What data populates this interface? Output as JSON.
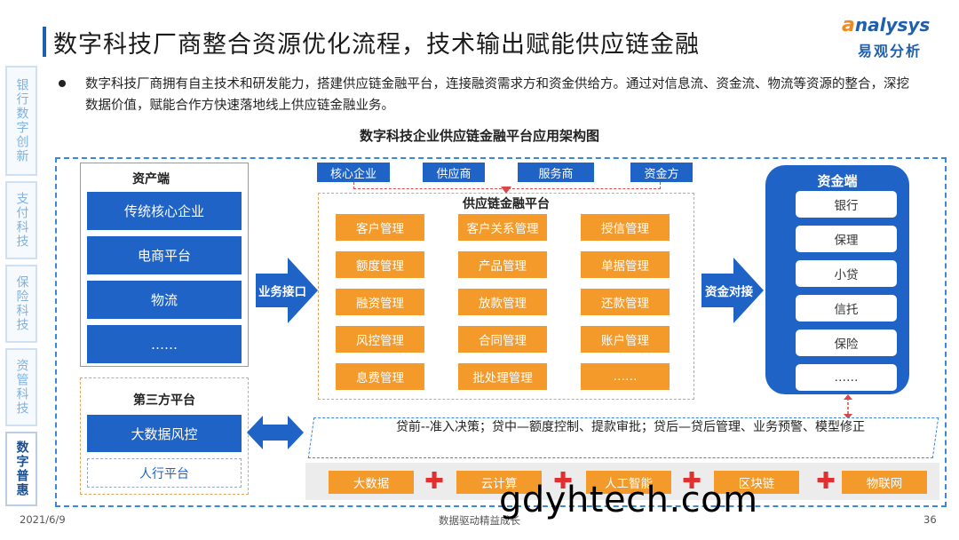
{
  "header": {
    "title": "数字科技厂商整合资源优化流程，技术输出赋能供应链金融",
    "logo_text_a": "a",
    "logo_text_rest": "nalysys",
    "logo_cn": "易观分析"
  },
  "nav": {
    "items": [
      {
        "label": "银行数字创新",
        "active": false
      },
      {
        "label": "支付科技",
        "active": false
      },
      {
        "label": "保险科技",
        "active": false
      },
      {
        "label": "资管科技",
        "active": false
      },
      {
        "label": "数字普惠",
        "active": true
      }
    ]
  },
  "intro": {
    "text": "数字科技厂商拥有自主技术和研发能力，搭建供应链金融平台，连接融资需求方和资金供给方。通过对信息流、资金流、物流等资源的整合，深挖数据价值，赋能合作方快速落地线上供应链金融业务。"
  },
  "diagram": {
    "title": "数字科技企业供应链金融平台应用架构图",
    "asset_side": {
      "title": "资产端",
      "items": [
        "传统核心企业",
        "电商平台",
        "物流",
        "……"
      ]
    },
    "third_party": {
      "title": "第三方平台",
      "primary": "大数据风控",
      "secondary": "人行平台"
    },
    "arrows": {
      "business_interface": "业务接口",
      "capital_docking": "资金对接"
    },
    "stakeholders": [
      "核心企业",
      "供应商",
      "服务商",
      "资金方"
    ],
    "platform": {
      "title": "供应链金融平台",
      "modules": [
        "客户管理",
        "客户关系管理",
        "授信管理",
        "额度管理",
        "产品管理",
        "单据管理",
        "融资管理",
        "放款管理",
        "还款管理",
        "风控管理",
        "合同管理",
        "账户管理",
        "息费管理",
        "批处理管理",
        "……"
      ]
    },
    "capital_side": {
      "title": "资金端",
      "items": [
        "银行",
        "保理",
        "小贷",
        "信托",
        "保险",
        "……"
      ]
    },
    "process_text": "贷前--准入决策；贷中—额度控制、提款审批；贷后—贷后管理、业务预警、模型修正",
    "technologies": [
      "大数据",
      "云计算",
      "人工智能",
      "区块链",
      "物联网"
    ]
  },
  "footer": {
    "date": "2021/6/9",
    "center": "数据驱动精益成长",
    "page": "36",
    "watermark": "gdyhtech.com"
  },
  "colors": {
    "primary_blue": "#1f63c7",
    "accent_orange": "#f39a2a",
    "accent_red": "#e03030",
    "frame_blue": "#3b87d8"
  }
}
